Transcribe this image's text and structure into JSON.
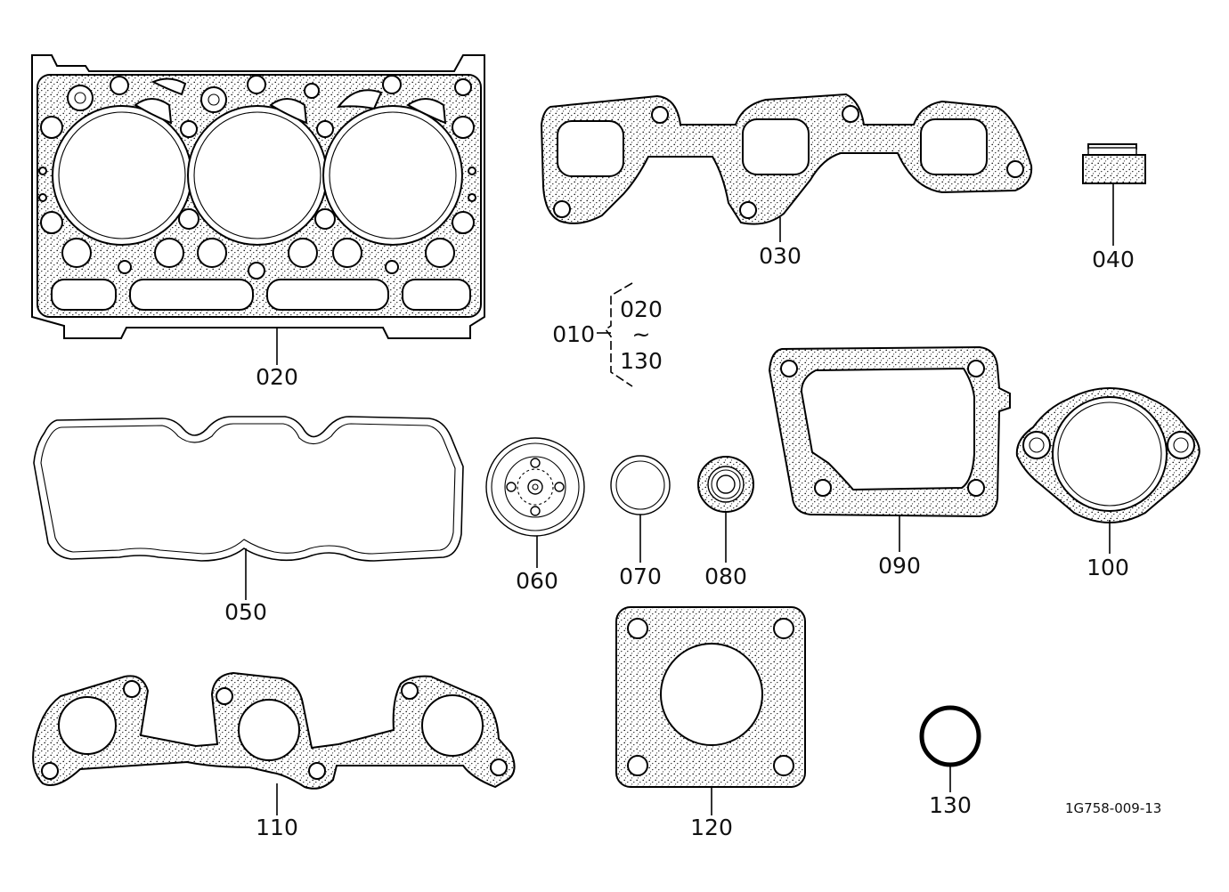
{
  "parts": {
    "head_gasket": "020",
    "exhaust_gasket": "030",
    "valve_stem_seal": "040",
    "cover_gasket": "050",
    "part_060": "060",
    "ring_070": "070",
    "seal_080": "080",
    "gasket_090": "090",
    "gasket_100": "100",
    "intake_gasket": "110",
    "gasket_120": "120",
    "o_ring": "130"
  },
  "set": {
    "code": "010",
    "range_start": "020",
    "range_sep": "~",
    "range_end": "130"
  },
  "drawing_id": "1G758-009-13"
}
